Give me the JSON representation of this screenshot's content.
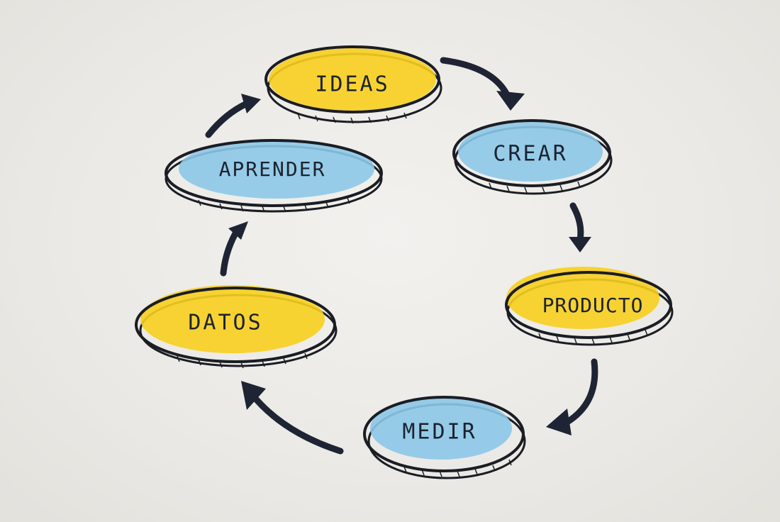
{
  "diagram": {
    "nodes": [
      {
        "id": "ideas",
        "label": "IDEAS",
        "color": "#f7cf1e"
      },
      {
        "id": "crear",
        "label": "CREAR",
        "color": "#8cc8e8"
      },
      {
        "id": "producto",
        "label": "PRODUCTO",
        "color": "#f7cf1e"
      },
      {
        "id": "medir",
        "label": "MEDIR",
        "color": "#8cc8e8"
      },
      {
        "id": "datos",
        "label": "DATOS",
        "color": "#f7cf1e"
      },
      {
        "id": "aprender",
        "label": "APRENDER",
        "color": "#8cc8e8"
      }
    ],
    "edges": [
      {
        "from": "ideas",
        "to": "crear"
      },
      {
        "from": "crear",
        "to": "producto"
      },
      {
        "from": "producto",
        "to": "medir"
      },
      {
        "from": "medir",
        "to": "datos"
      },
      {
        "from": "datos",
        "to": "aprender"
      },
      {
        "from": "aprender",
        "to": "ideas"
      }
    ]
  }
}
